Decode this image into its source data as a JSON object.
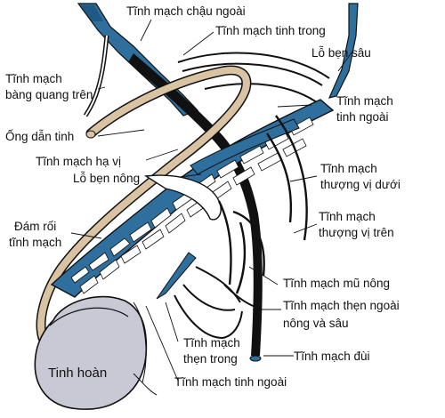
{
  "labels": {
    "tinh_mach_chau_ngoai": "Tĩnh mạch chậu ngoài",
    "tinh_mach_tinh_trong": "Tĩnh mạch tinh trong",
    "lo_ben_sau": "Lỗ bẹn sâu",
    "tinh_mach_bang_quang_tren_1": "Tĩnh mạch",
    "tinh_mach_bang_quang_tren_2": "bàng quang trên",
    "tinh_mach_tinh_ngoai_r1": "Tĩnh mạch",
    "tinh_mach_tinh_ngoai_r2": "tinh ngoài",
    "ong_dan_tinh": "Ống dẫn tinh",
    "tinh_mach_ha_vi": "Tĩnh mạch hạ vị",
    "lo_ben_nong": "Lỗ bẹn nông",
    "tinh_mach_thuong_vi_duoi_1": "Tĩnh mạch",
    "tinh_mach_thuong_vi_duoi_2": "thượng vị dưới",
    "tinh_mach_thuong_vi_tren_1": "Tĩnh mạch",
    "tinh_mach_thuong_vi_tren_2": "thượng vị trên",
    "dam_roi_tinh_mach_1": "Đám rối",
    "dam_roi_tinh_mach_2": "tĩnh mạch",
    "tinh_mach_mu_nong": "Tĩnh mạch mũ nông",
    "tinh_mach_then_ngoai_1": "Tĩnh mạch thẹn ngoài",
    "tinh_mach_then_ngoai_2": "nông và sâu",
    "tinh_mach_then_trong_1": "Tĩnh mạch",
    "tinh_mach_then_trong_2": "thẹn trong",
    "tinh_mach_dui": "Tĩnh mạch đùi",
    "tinh_hoan": "Tinh hoàn",
    "tinh_mach_tinh_ngoai_bottom": "Tĩnh mạch tinh ngoài"
  },
  "colors": {
    "vein_blue": "#2e6f9e",
    "vein_dark": "#1f5a84",
    "ductus_tan": "#d9c3a3",
    "testis_fill": "#c9c9d6",
    "outline": "#111111",
    "background": "#ffffff"
  }
}
